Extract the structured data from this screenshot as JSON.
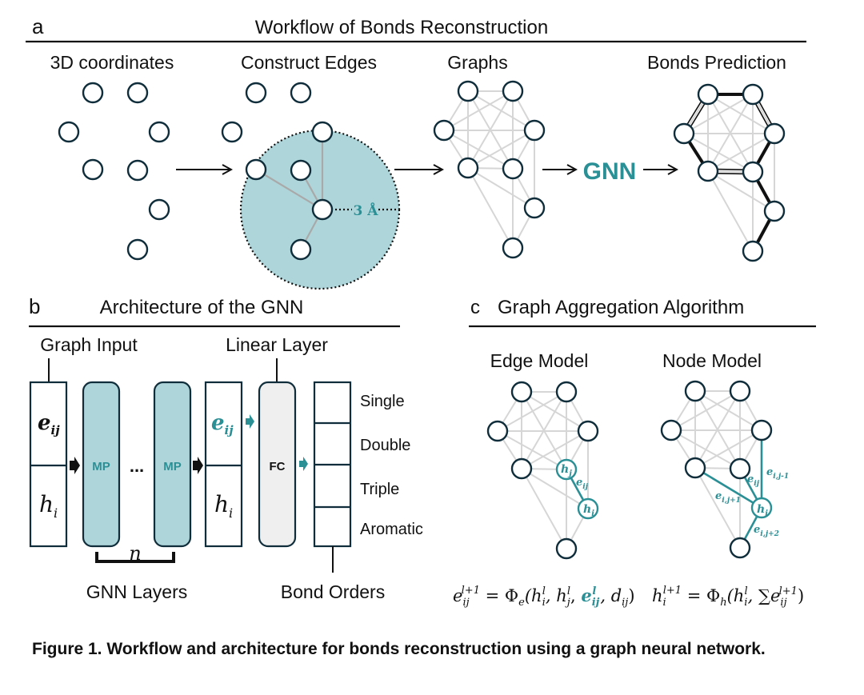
{
  "colors": {
    "teal": "#2b8f96",
    "teal_fill": "#aed6da",
    "node_stroke": "#0f2d3a",
    "edge_gray": "#d6d6d6",
    "fc_fill": "#efefef"
  },
  "panel_a": {
    "letter": "a",
    "title": "Workflow of Bonds Reconstruction",
    "steps": [
      "3D coordinates",
      "Construct Edges",
      "Graphs",
      "Bonds Prediction"
    ],
    "gnn_label": "GNN",
    "cutoff_label": "3 Å"
  },
  "panel_b": {
    "letter": "b",
    "title": "Architecture of the GNN",
    "graph_input_label": "Graph Input",
    "linear_layer_label": "Linear Layer",
    "edge_feature": "e",
    "edge_sub": "ij",
    "node_feature": "h",
    "node_sub": "i",
    "mp_label": "MP",
    "ellipsis": "...",
    "fc_label": "FC",
    "n_label": "n",
    "gnn_layers_label": "GNN Layers",
    "bond_orders_label": "Bond Orders",
    "bond_types": [
      "Single",
      "Double",
      "Triple",
      "Aromatic"
    ]
  },
  "panel_c": {
    "letter": "c",
    "title": "Graph Aggregation Algorithm",
    "edge_model_label": "Edge Model",
    "node_model_label": "Node Model",
    "edge_model_labels": {
      "hj": "h",
      "hj_sub": "j",
      "hi": "h",
      "hi_sub": "i",
      "eij": "e",
      "eij_sub": "ij"
    },
    "node_model_labels": {
      "hi": "h",
      "hi_sub": "i",
      "e1": "e",
      "e1_sub": "i,j-1",
      "e2": "e",
      "e2_sub": "ij",
      "e3": "e",
      "e3_sub": "i,j+1",
      "e4": "e",
      "e4_sub": "i,j+2"
    },
    "equation_edge": {
      "lhs": "e",
      "lhs_sub": "ij",
      "lhs_sup": "l+1",
      "eq": " = Φ",
      "phi_sub": "e",
      "open": "(h",
      "a_sub": "i",
      "a_sup": "l",
      "b": ", h",
      "b_sub": "j",
      "b_sup": "l",
      "comma": ", ",
      "c": "e",
      "c_sub": "ij",
      "c_sup": "l",
      "d": ", d",
      "d_sub": "ij",
      "close": ")"
    },
    "equation_node": {
      "lhs": "h",
      "lhs_sub": "i",
      "lhs_sup": "l+1",
      "eq": " = Φ",
      "phi_sub": "h",
      "open": "(h",
      "a_sub": "i",
      "a_sup": "l",
      "sum": ", ∑e",
      "s_sub": "ij",
      "s_sup": "l+1",
      "close": ")"
    }
  },
  "caption": "Figure 1. Workflow and architecture for bonds reconstruction using a graph neural network."
}
